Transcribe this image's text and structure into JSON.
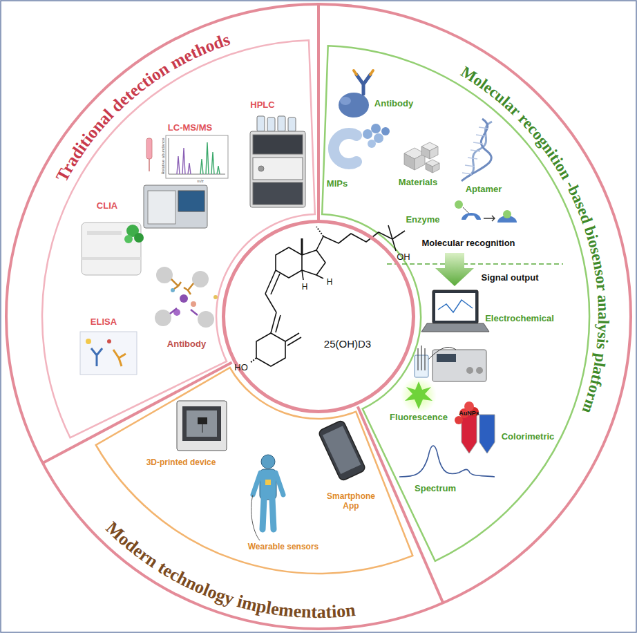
{
  "diagram": {
    "nodes": [
      {
        "text": [
          "Traditional detection methods"
        ]
      },
      {
        "text": [
          "Molecular recognition -based biosensor analysis platform"
        ]
      },
      {
        "text": [
          "Modern technology implementation"
        ]
      },
      {
        "text": [
          "25(OH)D3"
        ]
      }
    ],
    "labels": [
      "HPLC",
      "LC-MS/MS",
      "Relative abundance",
      "m/z",
      "CLIA",
      "ELISA",
      "Antibody",
      "Antibody",
      "MIPs",
      "Materials",
      "Aptamer",
      "Enzyme",
      "Molecular recognition",
      "Signal output",
      "Electrochemical",
      "Fluorescence",
      "AuNPs",
      "Colorimetric",
      "Spectrum",
      "3D-printed device",
      "Wearable sensors",
      "Smartphone App",
      "OH",
      "HO",
      "H",
      "H"
    ]
  }
}
